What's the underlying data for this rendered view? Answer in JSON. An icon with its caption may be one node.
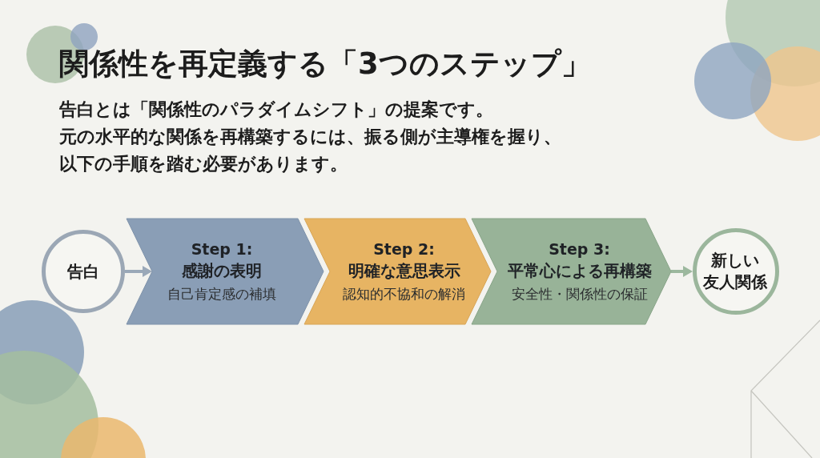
{
  "diagram": {
    "title": "関係性を再定義する「3つのステップ」",
    "nodes": [
      {
        "text": [
          "告白"
        ]
      },
      {
        "text": [
          "Step 1:",
          "感謝の表明",
          "自己肯定感の補填"
        ]
      },
      {
        "text": [
          "Step 2:",
          "明確な意思表示",
          "認知的不協和の解消"
        ]
      },
      {
        "text": [
          "Step 3:",
          "平常心による再構築",
          "安全性・関係性の保証"
        ]
      },
      {
        "text": [
          "新しい友人関係"
        ]
      }
    ],
    "edges": [
      {
        "from": 0,
        "to": 1,
        "arrow": "to",
        "color": "#9aa8b8"
      },
      {
        "from": 3,
        "to": 4,
        "arrow": "to",
        "color": "#9cb89e"
      }
    ],
    "labels": [
      "告白とは「関係性のパラダイムシフト」の提案です。",
      "元の水平的な関係を再構築するには、振る側が主導権を握り、以下の手順を踏む必要があります。"
    ]
  }
}
